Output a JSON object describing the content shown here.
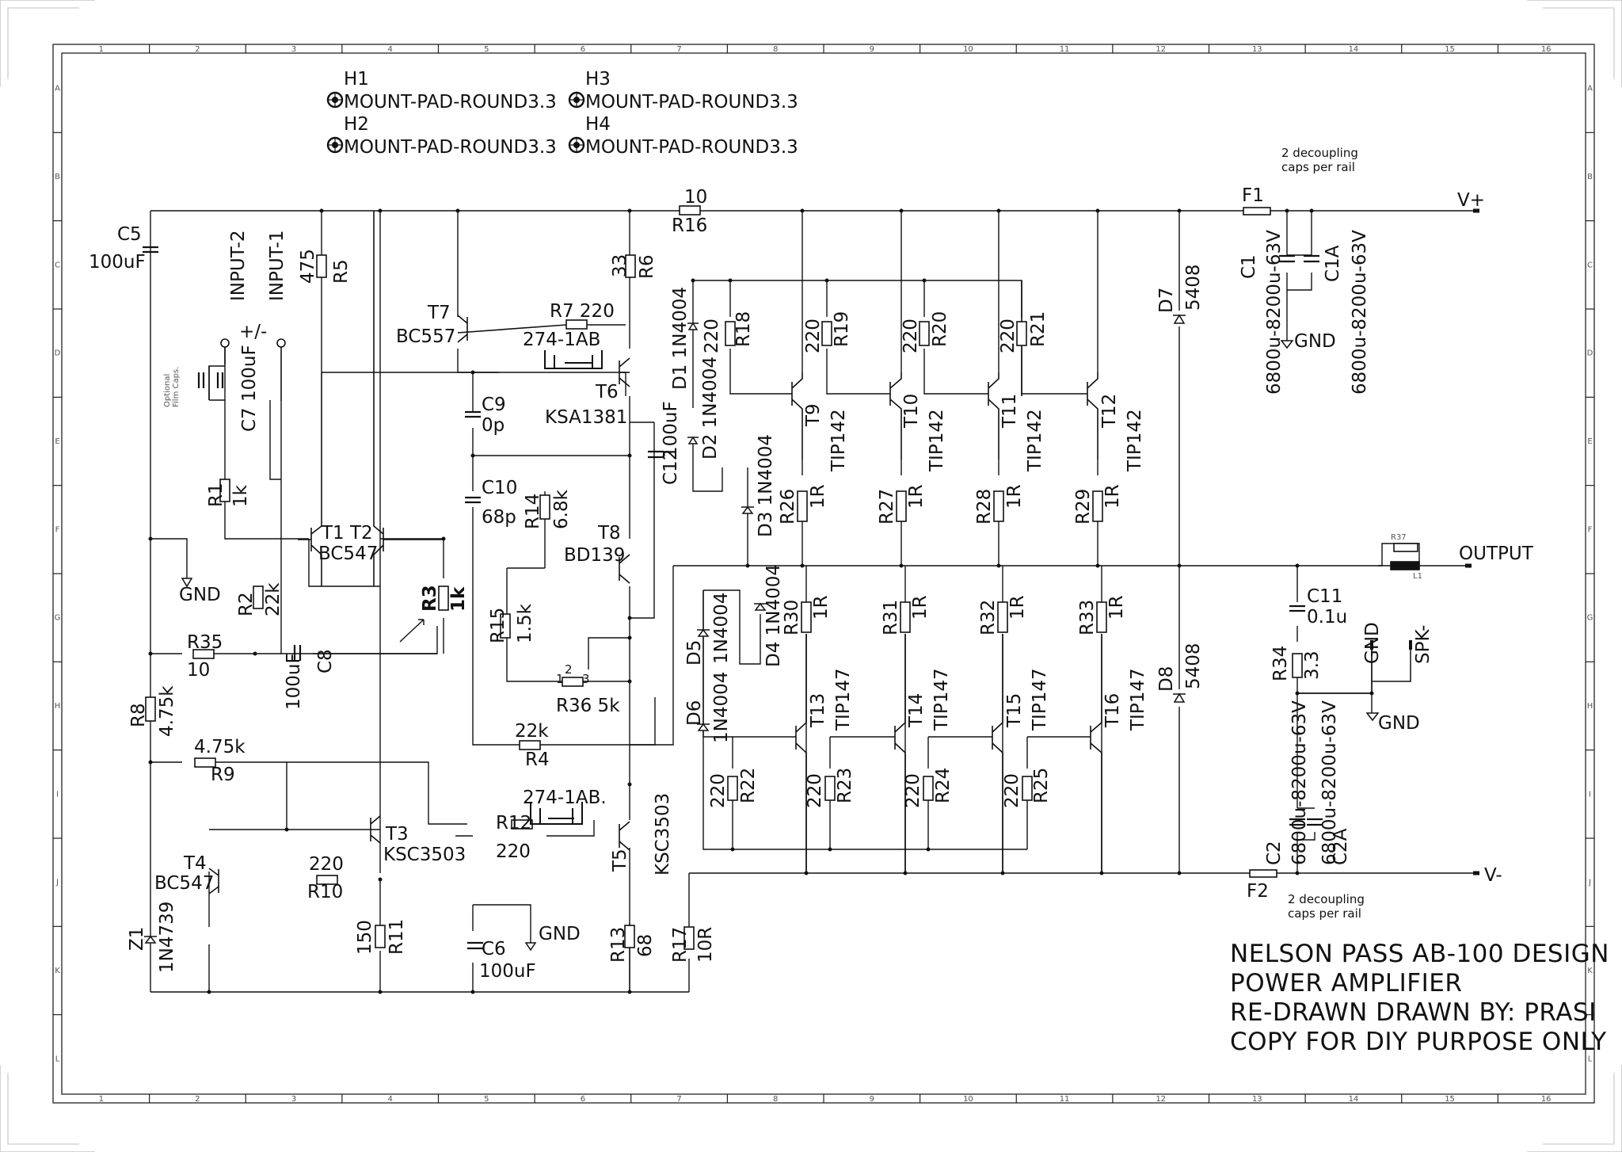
{
  "sheet": {
    "col_numbers": [
      "1",
      "2",
      "3",
      "4",
      "5",
      "6",
      "7",
      "8",
      "9",
      "10",
      "11",
      "12",
      "13",
      "14",
      "15",
      "16"
    ],
    "row_letters": [
      "A",
      "B",
      "C",
      "D",
      "E",
      "F",
      "G",
      "H",
      "I",
      "J",
      "K",
      "L"
    ]
  },
  "mount_pads": [
    {
      "ref": "H1",
      "value": "MOUNT-PAD-ROUND3.3"
    },
    {
      "ref": "H2",
      "value": "MOUNT-PAD-ROUND3.3"
    },
    {
      "ref": "H3",
      "value": "MOUNT-PAD-ROUND3.3"
    },
    {
      "ref": "H4",
      "value": "MOUNT-PAD-ROUND3.3"
    }
  ],
  "notes": {
    "decoupling_top": [
      "2 decoupling",
      "caps per rail"
    ],
    "decoupling_bottom": [
      "2 decoupling",
      "caps per rail"
    ],
    "optional_film": [
      "Optional",
      "Film Caps."
    ]
  },
  "nets": {
    "vplus": "V+",
    "vminus": "V-",
    "output": "OUTPUT",
    "gnd": "GND",
    "spk": "SPK-",
    "input1": "INPUT-1",
    "input2": "INPUT-2",
    "plusminus": "+/-"
  },
  "components": {
    "C5": [
      "C5",
      "100uF"
    ],
    "C7": [
      "C7 100uF"
    ],
    "R1": [
      "R1",
      "1k"
    ],
    "R2": [
      "R2",
      "22k"
    ],
    "R5": [
      "475",
      "R5"
    ],
    "R3": [
      "R3",
      "1k"
    ],
    "R35": [
      "R35",
      "10"
    ],
    "C8": [
      "100uF",
      "C8"
    ],
    "R8": [
      "R8",
      "4.75k"
    ],
    "R9": [
      "4.75k",
      "R9"
    ],
    "T1T2": [
      "T1 T2",
      "BC547"
    ],
    "T3": [
      "T3",
      "KSC3503"
    ],
    "T4": [
      "T4",
      "BC547"
    ],
    "R10": [
      "220",
      "R10"
    ],
    "R11": [
      "150",
      "R11"
    ],
    "Z1": [
      "Z1",
      "1N4739"
    ],
    "C6": [
      "C6",
      "100uF"
    ],
    "T7": [
      "T7",
      "BC557"
    ],
    "R7": [
      "R7 220"
    ],
    "HS1": [
      "274-1AB"
    ],
    "HS2": [
      "274-1AB."
    ],
    "C9": [
      "C9",
      "0p"
    ],
    "C10": [
      "C10",
      "68p"
    ],
    "R14": [
      "R14",
      "6.8k"
    ],
    "R15": [
      "R15",
      "1.5k"
    ],
    "R36": [
      "R36 5k"
    ],
    "R4": [
      "22k",
      "R4"
    ],
    "R12": [
      "R12",
      "220"
    ],
    "R13": [
      "R13",
      "68"
    ],
    "R17": [
      "R17",
      "10R"
    ],
    "R16": [
      "10",
      "R16"
    ],
    "R6": [
      "33",
      "R6"
    ],
    "T6": [
      "T6",
      "KSA1381"
    ],
    "T8": [
      "T8",
      "BD139"
    ],
    "T5": [
      "T5",
      "KSC3503"
    ],
    "C12": [
      "C12",
      "100uF"
    ],
    "D1": [
      "D1 1N4004"
    ],
    "D2": [
      "D2 1N4004"
    ],
    "D3": [
      "D3 1N4004"
    ],
    "D4": [
      "D4 1N4004"
    ],
    "D5": [
      "D5",
      "1N4004"
    ],
    "D6": [
      "D6"
    ],
    "R18": [
      "220",
      "R18"
    ],
    "R19": [
      "220",
      "R19"
    ],
    "R20": [
      "220",
      "R20"
    ],
    "R21": [
      "220",
      "R21"
    ],
    "T9": [
      "T9",
      "TIP142"
    ],
    "T10": [
      "T10",
      "TIP142"
    ],
    "T11": [
      "T11",
      "TIP142"
    ],
    "T12": [
      "T12",
      "TIP142"
    ],
    "R26": [
      "R26",
      "1R"
    ],
    "R27": [
      "R27",
      "1R"
    ],
    "R28": [
      "R28",
      "1R"
    ],
    "R29": [
      "R29",
      "1R"
    ],
    "R30": [
      "R30",
      "1R"
    ],
    "R31": [
      "R31",
      "1R"
    ],
    "R32": [
      "R32",
      "1R"
    ],
    "R33": [
      "R33",
      "1R"
    ],
    "T13": [
      "T13",
      "TIP147"
    ],
    "T14": [
      "T14",
      "TIP147"
    ],
    "T15": [
      "T15",
      "TIP147"
    ],
    "T16": [
      "T16",
      "TIP147"
    ],
    "R22": [
      "220",
      "R22"
    ],
    "R23": [
      "220",
      "R23"
    ],
    "R24": [
      "220",
      "R24"
    ],
    "R25": [
      "220",
      "R25"
    ],
    "D7": [
      "D7",
      "5408"
    ],
    "D8": [
      "D8",
      "5408"
    ],
    "F1": [
      "F1"
    ],
    "F2": [
      "F2"
    ],
    "C1": [
      "C1",
      "6800u-8200u-63V"
    ],
    "C1A": [
      "C1A",
      "6800u-8200u-63V"
    ],
    "C2": [
      "C2",
      "6800u-8200u-63V"
    ],
    "C2A": [
      "C2A",
      "6800u-8200u-63V"
    ],
    "C11": [
      "C11",
      "0.1u"
    ],
    "R34": [
      "R34",
      "3.3"
    ],
    "R37": [
      "R37"
    ],
    "L1": [
      "L1"
    ],
    "R36pins": [
      "1",
      "2",
      "3"
    ]
  },
  "title_block": [
    "NELSON PASS AB-100 DESIGN",
    "POWER AMPLIFIER",
    "RE-DRAWN DRAWN BY: PRASI",
    "COPY FOR DIY PURPOSE ONLY"
  ]
}
